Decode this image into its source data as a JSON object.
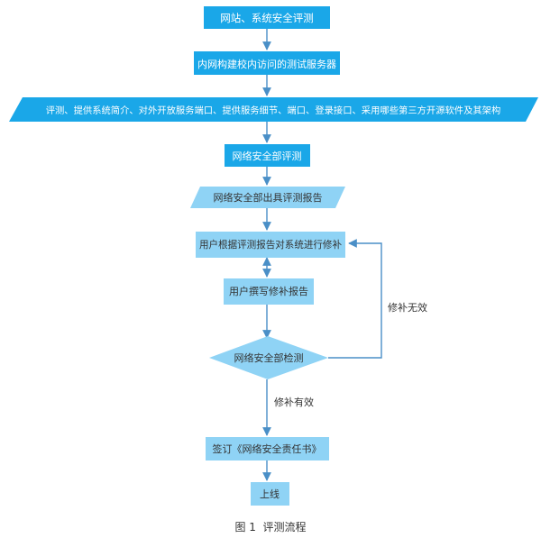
{
  "diagram": {
    "nodes": {
      "n1": "网站、系统安全评测",
      "n2": "内网构建校内访问的测试服务器",
      "n3": "评测、提供系统简介、对外开放服务端口、提供服务细节、端口、登录接口、采用哪些第三方开源软件及其架构",
      "n4": "网络安全部评测",
      "n5": "网络安全部出具评测报告",
      "n6": "用户根据评测报告对系统进行修补",
      "n7": "用户撰写修补报告",
      "n8": "网络安全部检测",
      "n9": "签订《网络安全责任书》",
      "n10": "上线"
    },
    "edge_labels": {
      "invalid": "修补无效",
      "valid": "修补有效"
    },
    "caption": "图 1  评测流程"
  },
  "colors": {
    "dark_box": "#1aa7e8",
    "light_box": "#8fd3f5",
    "arrow": "#4a8fc7",
    "text_dark": "#333333",
    "text_light": "#ffffff"
  }
}
